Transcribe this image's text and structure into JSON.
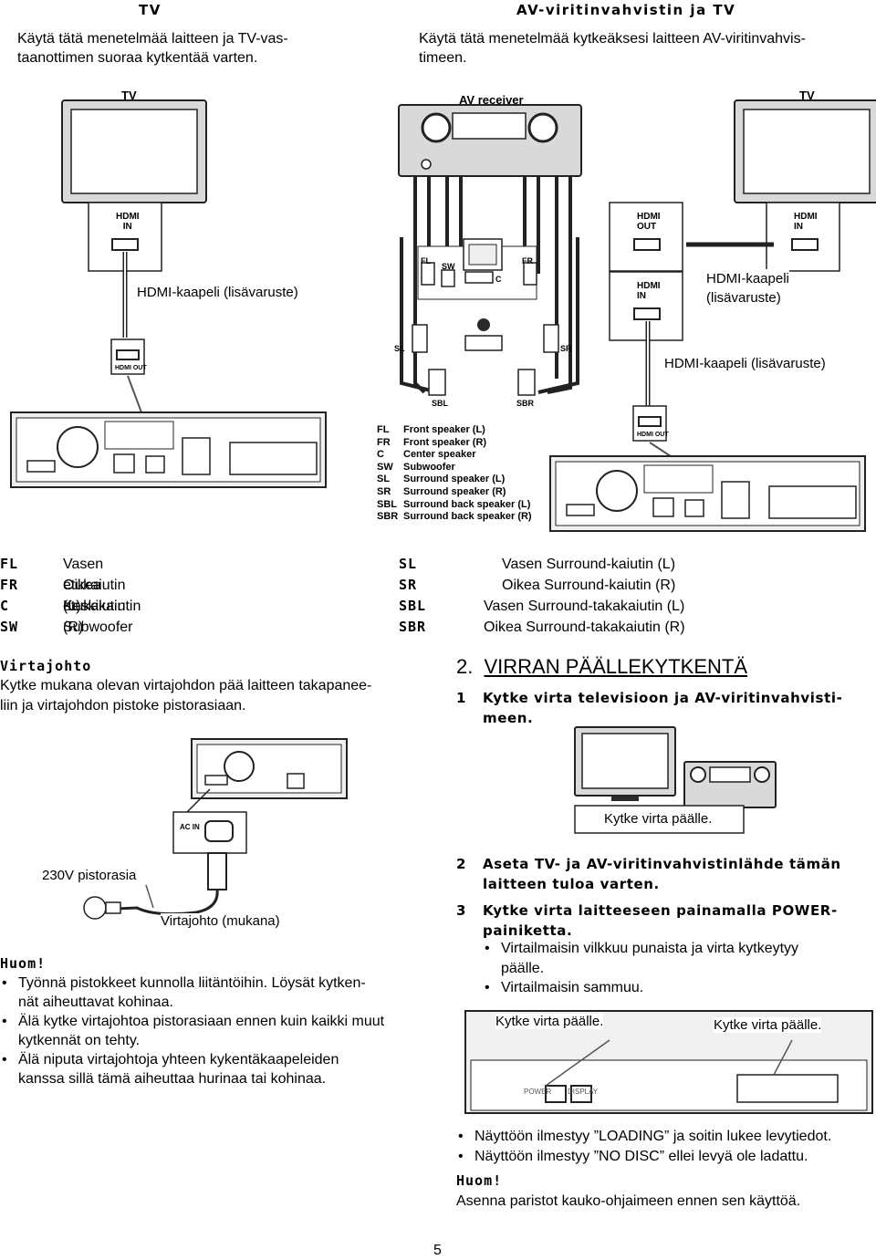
{
  "header": {
    "tv_title": "TV",
    "tv_text_1": "Käytä tätä menetelmää laitteen ja TV-vas-",
    "tv_text_2": "taanottimen suoraa kytkentää varten.",
    "av_title": "AV-viritinvahvistin ja TV",
    "av_text_1": "Käytä tätä menetelmää kytkeäksesi laitteen AV-viritinvahvis-",
    "av_text_2": "timeen."
  },
  "diagram1": {
    "tv_left": "TV",
    "av_receiver": "AV receiver",
    "tv_right": "TV",
    "hdmi_in_left": [
      "HDMI",
      "IN"
    ],
    "hdmi_out": [
      "HDMI",
      "OUT"
    ],
    "hdmi_in_right": [
      "HDMI",
      "IN"
    ],
    "hdmi_in_recv": [
      "HDMI",
      "IN"
    ],
    "cable_left": "HDMI-kaapeli (lisävaruste)",
    "cable_mid_1": "HDMI-kaapeli",
    "cable_mid_2": "(lisävaruste)",
    "cable_right": "HDMI-kaapeli (lisävaruste)",
    "hdmi_out_plug": "HDMI OUT",
    "spk": {
      "fl": "FL",
      "sw": "SW",
      "c": "C",
      "fr": "FR",
      "sl": "SL",
      "sr": "SR",
      "sbl": "SBL",
      "sbr": "SBR"
    },
    "legend": [
      {
        "code": "FL",
        "text": "Front speaker (L)"
      },
      {
        "code": "FR",
        "text": "Front speaker (R)"
      },
      {
        "code": "C",
        "text": "Center speaker"
      },
      {
        "code": "SW",
        "text": "Subwoofer"
      },
      {
        "code": "SL",
        "text": "Surround speaker (L)"
      },
      {
        "code": "SR",
        "text": "Surround speaker (R)"
      },
      {
        "code": "SBL",
        "text": "Surround back speaker (L)"
      },
      {
        "code": "SBR",
        "text": "Surround back speaker (R)"
      }
    ]
  },
  "speakers_fi": {
    "left": [
      {
        "code": "FL",
        "text": "Vasen etukaiutin (L)"
      },
      {
        "code": "FR",
        "text": "Oikea etukaiutin (R)"
      },
      {
        "code": "C",
        "text": "Keskikaiutin"
      },
      {
        "code": "SW",
        "text": "Subwoofer"
      }
    ],
    "right": [
      {
        "code": "SL",
        "text": "Vasen Surround-kaiutin (L)"
      },
      {
        "code": "SR",
        "text": "Oikea Surround-kaiutin (R)"
      },
      {
        "code": "SBL",
        "text": "Vasen Surround-takakaiutin (L)"
      },
      {
        "code": "SBR",
        "text": "Oikea Surround-takakaiutin (R)"
      }
    ]
  },
  "power_cord": {
    "title": "Virtajohto",
    "text_1": "Kytke mukana olevan virtajohdon pää  laitteen takapanee-",
    "text_2": "liin ja virtajohdon pistoke pistorasiaan.",
    "ac_in": "AC IN",
    "outlet": "230V pistorasia",
    "cord": "Virtajohto (mukana)"
  },
  "note1": {
    "title": "Huom!",
    "items": [
      [
        "Työnnä pistokkeet kunnolla liitäntöihin. Löysät kytken-",
        "nät aiheuttavat kohinaa."
      ],
      [
        "Älä kytke virtajohtoa pistorasiaan ennen kuin kaikki muut",
        "kytkennät on tehty."
      ],
      [
        "Älä niputa virtajohtoja yhteen kykentäkaapeleiden",
        "kanssa sillä tämä aiheuttaa hurinaa tai kohinaa."
      ]
    ]
  },
  "section2": {
    "number": "2.",
    "title": "VIRRAN PÄÄLLEKYTKENTÄ",
    "steps": [
      {
        "n": "1",
        "lines": [
          "Kytke virta televisioon ja AV-viritinvahvisti-",
          "meen."
        ]
      },
      {
        "n": "2",
        "lines": [
          "Aseta TV- ja AV-viritinvahvistinlähde tämän",
          "laitteen tuloa varten."
        ]
      },
      {
        "n": "3",
        "lines": [
          "Kytke virta laitteeseen painamalla POWER-",
          "painiketta."
        ]
      }
    ],
    "power_on_caption": "Kytke virta päälle.",
    "bullets3": [
      [
        "Virtailmaisin vilkkuu punaista ja virta kytkeytyy",
        "päälle."
      ],
      [
        "Virtailmaisin sammuu."
      ]
    ],
    "caption_left": "Kytke virta päälle.",
    "caption_right": "Kytke virta päälle.",
    "panel_labels": {
      "power": "POWER",
      "display": "DISPLAY"
    },
    "bullets_after": [
      "Näyttöön ilmestyy ”LOADING” ja soitin lukee levytiedot.",
      "Näyttöön ilmestyy ”NO DISC” ellei levyä ole ladattu."
    ],
    "note_title": "Huom!",
    "note_text": "Asenna paristot kauko-ohjaimeen ennen sen käyttöä."
  },
  "page_number": "5"
}
